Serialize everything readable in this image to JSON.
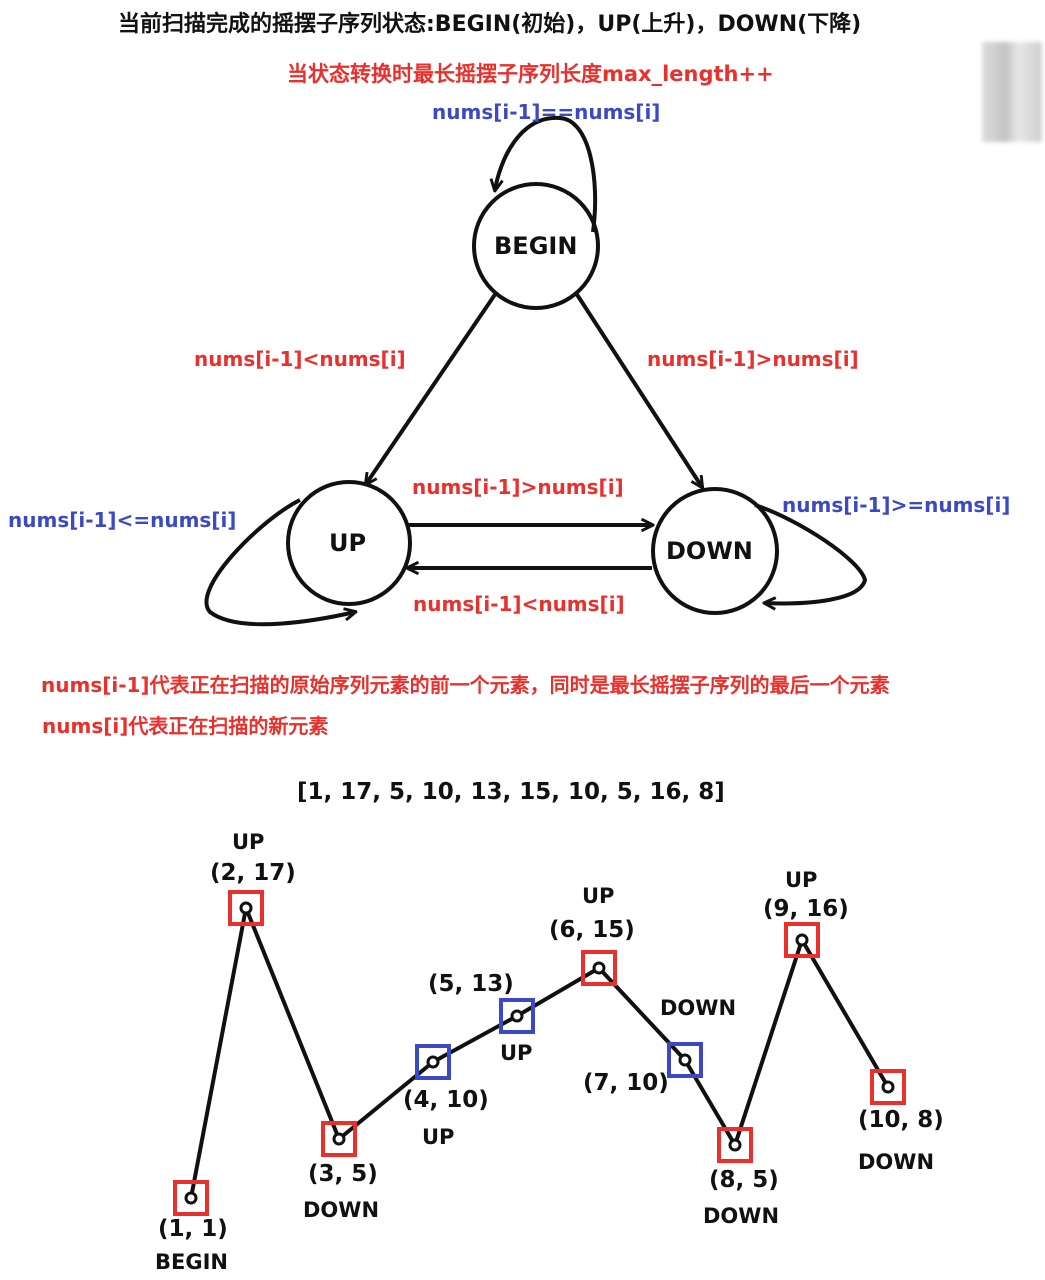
{
  "header": {
    "title": "当前扫描完成的摇摆子序列状态:BEGIN(初始)，UP(上升)，DOWN(下降)",
    "rule": "当状态转换时最长摇摆子序列长度max_length++"
  },
  "states": {
    "begin": "BEGIN",
    "up": "UP",
    "down": "DOWN"
  },
  "transitions": {
    "begin_self": "nums[i-1]==nums[i]",
    "begin_to_up": "nums[i-1]<nums[i]",
    "begin_to_down": "nums[i-1]>nums[i]",
    "up_to_down": "nums[i-1]>nums[i]",
    "down_to_up": "nums[i-1]<nums[i]",
    "up_self": "nums[i-1]<=nums[i]",
    "down_self": "nums[i-1]>=nums[i]"
  },
  "notes": {
    "line1": "nums[i-1]代表正在扫描的原始序列元素的前一个元素，同时是最长摇摆子序列的最后一个元素",
    "line2": "nums[i]代表正在扫描的新元素"
  },
  "sequence_label": "[1, 17, 5, 10, 13, 15, 10, 5, 16, 8]",
  "points": [
    {
      "label": "(1, 1)",
      "state": "BEGIN",
      "marker": "red"
    },
    {
      "label": "(2, 17)",
      "state": "UP",
      "marker": "red"
    },
    {
      "label": "(3, 5)",
      "state": "DOWN",
      "marker": "red"
    },
    {
      "label": "(4, 10)",
      "state": "UP",
      "marker": "blue"
    },
    {
      "label": "(5, 13)",
      "state": "UP",
      "marker": "blue"
    },
    {
      "label": "(6, 15)",
      "state": "UP",
      "marker": "red"
    },
    {
      "label": "(7, 10)",
      "state": "DOWN",
      "marker": "blue"
    },
    {
      "label": "(8, 5)",
      "state": "DOWN",
      "marker": "red"
    },
    {
      "label": "(9, 16)",
      "state": "UP",
      "marker": "red"
    },
    {
      "label": "(10, 8)",
      "state": "DOWN",
      "marker": "red"
    }
  ],
  "colors": {
    "red": "#e8302c",
    "blue": "#3b49c4",
    "ink": "#111111"
  }
}
